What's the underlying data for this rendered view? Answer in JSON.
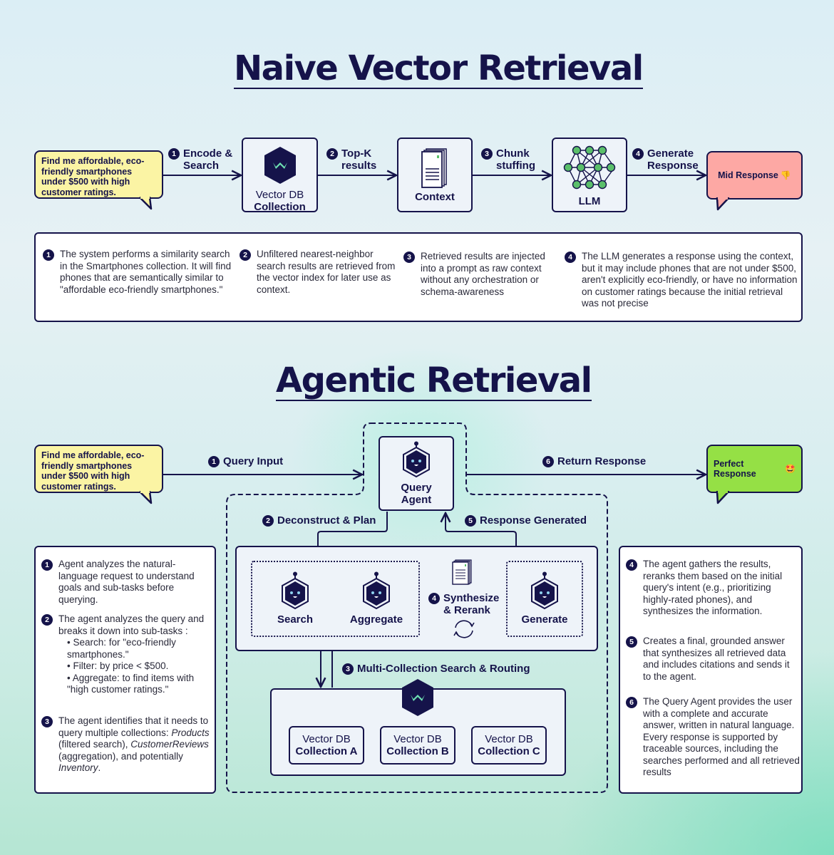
{
  "naive": {
    "title": "Naive Vector Retrieval",
    "query_bubble": "Find me affordable, eco-friendly smartphones under $500 with high customer ratings.",
    "steps": [
      {
        "num": "1",
        "label_line1": "Encode &",
        "label_line2": "Search"
      },
      {
        "num": "2",
        "label_line1": "Top-K",
        "label_line2": "results"
      },
      {
        "num": "3",
        "label_line1": "Chunk",
        "label_line2": "stuffing"
      },
      {
        "num": "4",
        "label_line1": "Generate",
        "label_line2": "Response"
      }
    ],
    "nodes": {
      "vector_db_line1": "Vector DB",
      "vector_db_line2": "Collection",
      "context": "Context",
      "llm": "LLM"
    },
    "response_bubble": "Mid Response",
    "response_emoji": "👎",
    "descriptions": [
      {
        "num": "1",
        "text": "The system performs a similarity search in the Smartphones collection. It will find phones that are semantically similar to \"affordable eco-friendly smartphones.\""
      },
      {
        "num": "2",
        "text": "Unfiltered nearest-neighbor search results are retrieved from the vector index for later use as context."
      },
      {
        "num": "3",
        "text": "Retrieved results are injected into a prompt as raw context without any orchestration or schema-awareness"
      },
      {
        "num": "4",
        "text": "The LLM generates a response using the context, but it may include phones that are not under $500, aren't explicitly eco-friendly, or have no information on customer ratings because the initial retrieval was not precise"
      }
    ]
  },
  "agentic": {
    "title": "Agentic Retrieval",
    "query_bubble": "Find me affordable, eco-friendly smartphones under $500 with high customer ratings.",
    "steps": {
      "s1": {
        "num": "1",
        "label": "Query Input"
      },
      "s2": {
        "num": "2",
        "label": "Deconstruct & Plan"
      },
      "s3": {
        "num": "3",
        "label": "Multi-Collection Search & Routing"
      },
      "s4": {
        "num": "4",
        "label_line1": "Synthesize",
        "label_line2": "& Rerank"
      },
      "s5": {
        "num": "5",
        "label": "Response Generated"
      },
      "s6": {
        "num": "6",
        "label": "Return Response"
      }
    },
    "query_agent_line1": "Query",
    "query_agent_line2": "Agent",
    "agents": {
      "search": "Search",
      "aggregate": "Aggregate",
      "generate": "Generate"
    },
    "collections": [
      {
        "line1": "Vector DB",
        "line2": "Collection A"
      },
      {
        "line1": "Vector DB",
        "line2": "Collection B"
      },
      {
        "line1": "Vector DB",
        "line2": "Collection C"
      }
    ],
    "response_bubble": "Perfect Response",
    "response_emoji": "🤩",
    "left_descriptions": {
      "d1": {
        "num": "1",
        "text": "Agent analyzes the natural-language request to understand goals and sub-tasks before querying."
      },
      "d2": {
        "num": "2",
        "text": "The agent analyzes the query and breaks it down into sub-tasks :",
        "bullets": [
          "Search: for \"eco-friendly smartphones.\"",
          "Filter: by price < $500.",
          "Aggregate: to find items with \"high customer ratings.\""
        ]
      },
      "d3": {
        "num": "3",
        "text_a": "The agent identifies that it needs to query multiple collections: ",
        "italic1": "Products",
        "text_b": " (filtered search), ",
        "italic2": "CustomerReviews",
        "text_c": " (aggregation), and potentially ",
        "italic3": "Inventory",
        "text_d": "."
      }
    },
    "right_descriptions": [
      {
        "num": "4",
        "text": "The agent gathers the results, reranks them based on the initial query's intent (e.g., prioritizing highly-rated phones), and synthesizes the information."
      },
      {
        "num": "5",
        "text": "Creates a final, grounded answer that synthesizes all retrieved data and includes citations and sends it to the agent."
      },
      {
        "num": "6",
        "text": "The Query Agent provides the user with a complete and accurate answer, written in natural language. Every response is supported by traceable sources, including the searches performed and all retrieved results"
      }
    ]
  },
  "colors": {
    "navy": "#15134a",
    "query_yellow": "#fbf4a4",
    "mid_red": "#fda8a4",
    "perfect_green": "#95e045",
    "node_green": "#5bbf6a",
    "logo_mint": "#6fe3b4"
  }
}
